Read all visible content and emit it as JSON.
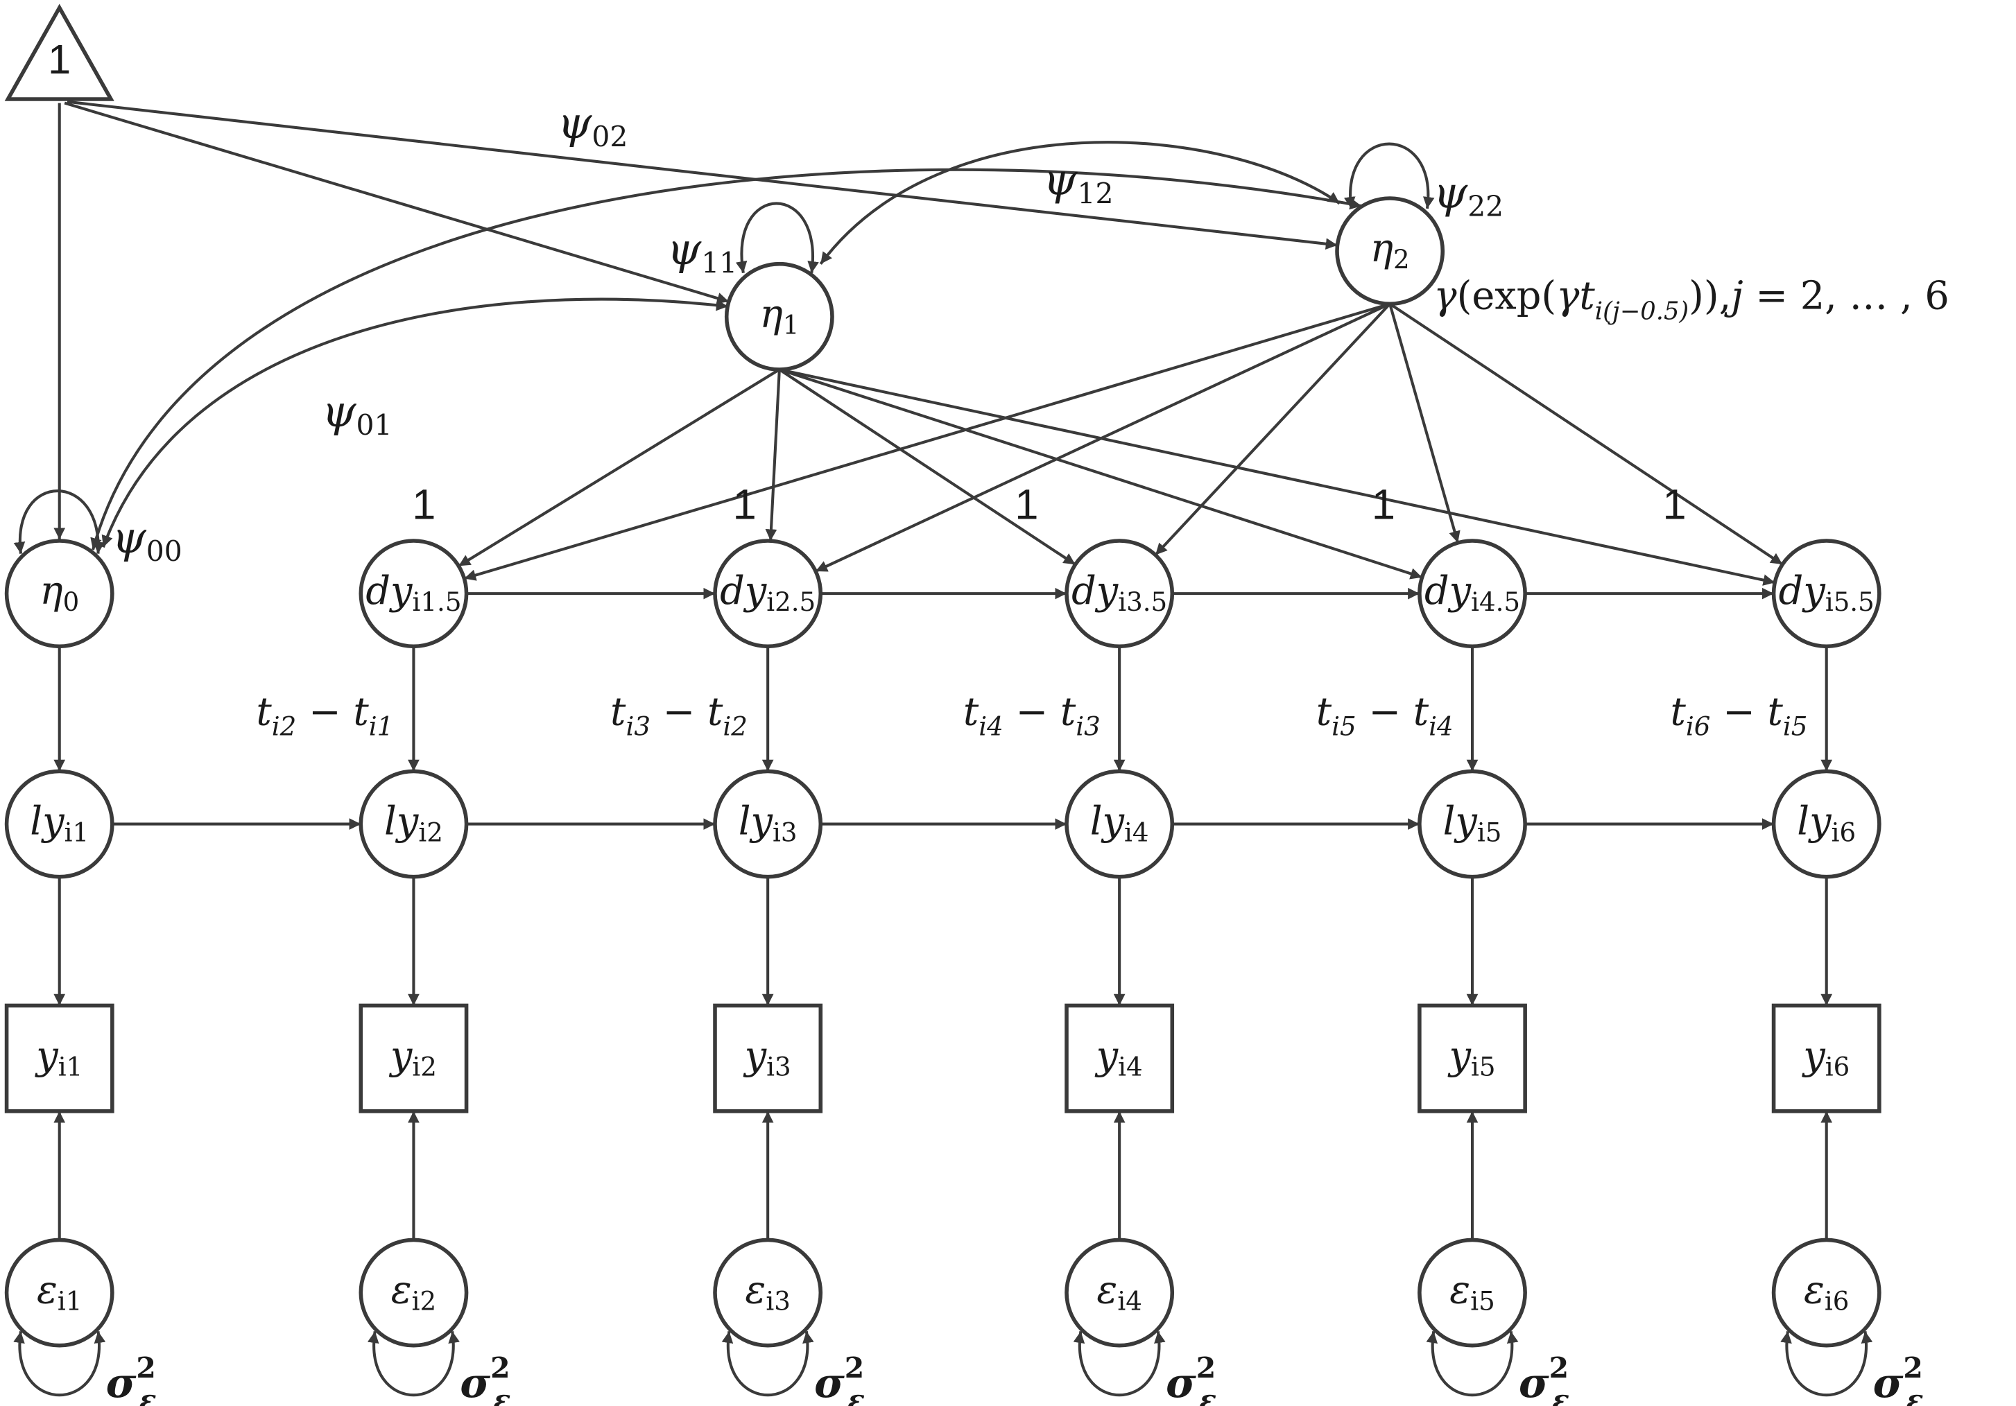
{
  "colors": {
    "stroke": "#3a3a3a",
    "text": "#1a1a1a",
    "background": "#ffffff"
  },
  "constant": {
    "text": "1"
  },
  "eta": [
    {
      "id": "eta0",
      "base": "η",
      "sub": "0"
    },
    {
      "id": "eta1",
      "base": "η",
      "sub": "1"
    },
    {
      "id": "eta2",
      "base": "η",
      "sub": "2"
    }
  ],
  "dy": [
    {
      "base": "dy",
      "sub": "i1.5"
    },
    {
      "base": "dy",
      "sub": "i2.5"
    },
    {
      "base": "dy",
      "sub": "i3.5"
    },
    {
      "base": "dy",
      "sub": "i4.5"
    },
    {
      "base": "dy",
      "sub": "i5.5"
    }
  ],
  "ly": [
    {
      "base": "ly",
      "sub": "i1"
    },
    {
      "base": "ly",
      "sub": "i2"
    },
    {
      "base": "ly",
      "sub": "i3"
    },
    {
      "base": "ly",
      "sub": "i4"
    },
    {
      "base": "ly",
      "sub": "i5"
    },
    {
      "base": "ly",
      "sub": "i6"
    }
  ],
  "y": [
    {
      "base": "y",
      "sub": "i1"
    },
    {
      "base": "y",
      "sub": "i2"
    },
    {
      "base": "y",
      "sub": "i3"
    },
    {
      "base": "y",
      "sub": "i4"
    },
    {
      "base": "y",
      "sub": "i5"
    },
    {
      "base": "y",
      "sub": "i6"
    }
  ],
  "eps": [
    {
      "base": "ε",
      "sub": "i1"
    },
    {
      "base": "ε",
      "sub": "i2"
    },
    {
      "base": "ε",
      "sub": "i3"
    },
    {
      "base": "ε",
      "sub": "i4"
    },
    {
      "base": "ε",
      "sub": "i5"
    },
    {
      "base": "ε",
      "sub": "i6"
    }
  ],
  "psi": {
    "psi00": {
      "base": "ψ",
      "sub": "00"
    },
    "psi11": {
      "base": "ψ",
      "sub": "11"
    },
    "psi22": {
      "base": "ψ",
      "sub": "22"
    },
    "psi01": {
      "base": "ψ",
      "sub": "01"
    },
    "psi02": {
      "base": "ψ",
      "sub": "02"
    },
    "psi12": {
      "base": "ψ",
      "sub": "12"
    }
  },
  "dy_loading_labels": [
    "1",
    "1",
    "1",
    "1",
    "1"
  ],
  "time_diffs": [
    {
      "a": "t",
      "as": "i2",
      "op": " − ",
      "b": "t",
      "bs": "i1"
    },
    {
      "a": "t",
      "as": "i3",
      "op": " − ",
      "b": "t",
      "bs": "i2"
    },
    {
      "a": "t",
      "as": "i4",
      "op": " − ",
      "b": "t",
      "bs": "i3"
    },
    {
      "a": "t",
      "as": "i5",
      "op": " − ",
      "b": "t",
      "bs": "i4"
    },
    {
      "a": "t",
      "as": "i6",
      "op": " − ",
      "b": "t",
      "bs": "i5"
    }
  ],
  "eta2_loading": {
    "gamma": "γ",
    "open": "(exp(",
    "gamma2": "γ",
    "t": "t",
    "sub": "i(j−0.5)",
    "close": ")),",
    "j": "j",
    "range": " = 2, … , 6"
  },
  "residual_variance": {
    "base": "σ",
    "sub": "ε",
    "sup": "2"
  }
}
